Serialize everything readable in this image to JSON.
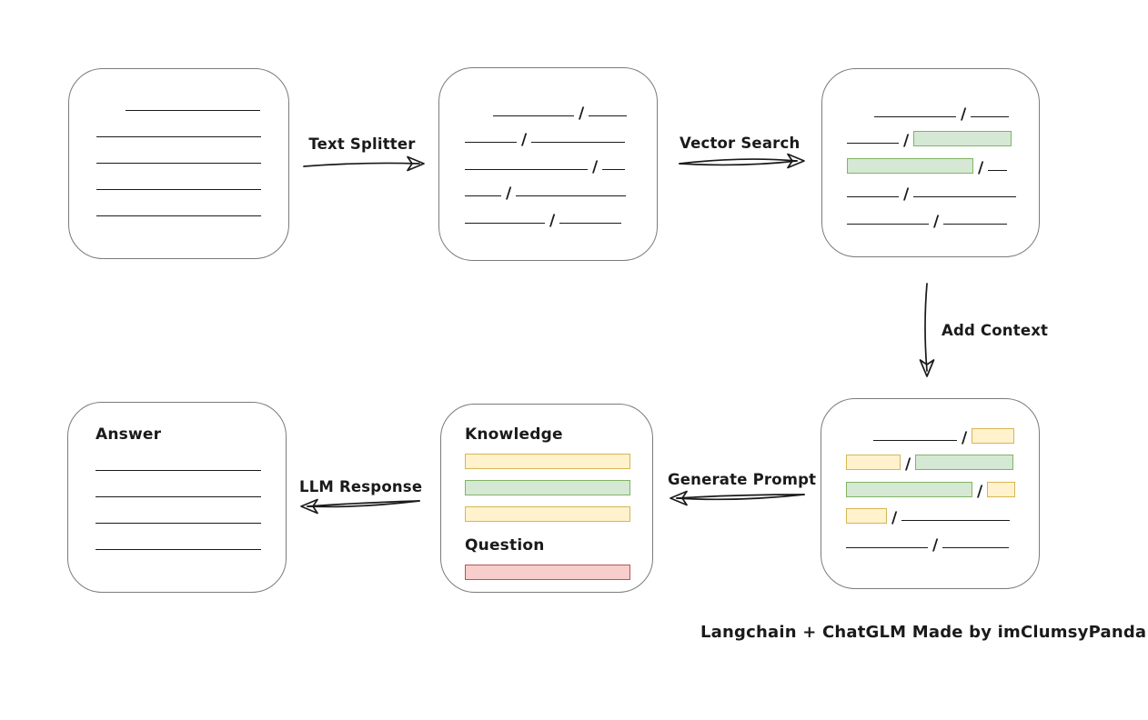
{
  "caption": "Langchain + ChatGLM Made by imClumsyPanda",
  "glyphs": {
    "slash": "/"
  },
  "colors": {
    "ink": "#1a1a1a",
    "box_stroke": "#7b7b7b",
    "green_fill": "#d5e8d4",
    "green_stroke": "#82b366",
    "yellow_fill": "#fff2cc",
    "yellow_stroke": "#d6b656",
    "red_fill": "#f8cecc",
    "red_stroke": "#b85450"
  },
  "arrows": {
    "text_splitter": {
      "label": "Text Splitter",
      "direction": "right"
    },
    "vector_search": {
      "label": "Vector Search",
      "direction": "right"
    },
    "add_context": {
      "label": "Add Context",
      "direction": "down"
    },
    "generate_prompt": {
      "label": "Generate Prompt",
      "direction": "left"
    },
    "llm_response": {
      "label": "LLM Response",
      "direction": "left"
    }
  },
  "boxes": {
    "document": {
      "description": "source document with plain text lines",
      "lines": [
        {
          "ind": 32,
          "w": 148
        },
        {
          "ind": 0,
          "w": 181
        },
        {
          "ind": 0,
          "w": 181
        },
        {
          "ind": 0,
          "w": 181
        },
        {
          "ind": 0,
          "w": 181
        }
      ]
    },
    "split_chunks": {
      "description": "text split into chunks separated by slashes",
      "rows": [
        [
          {
            "k": "line",
            "w": 89,
            "ind": 31
          },
          {
            "k": "line",
            "w": 42
          }
        ],
        [
          {
            "k": "line",
            "w": 57,
            "ind": 0
          },
          {
            "k": "line",
            "w": 103
          }
        ],
        [
          {
            "k": "line",
            "w": 135,
            "ind": 0
          },
          {
            "k": "line",
            "w": 25
          }
        ],
        [
          {
            "k": "line",
            "w": 40,
            "ind": 0
          },
          {
            "k": "line",
            "w": 121
          }
        ],
        [
          {
            "k": "line",
            "w": 88,
            "ind": 0
          },
          {
            "k": "line",
            "w": 68
          }
        ]
      ]
    },
    "vector_matches": {
      "description": "chunks with vector-search matches highlighted green",
      "rows": [
        [
          {
            "k": "line",
            "w": 90,
            "ind": 30
          },
          {
            "k": "line",
            "w": 42
          }
        ],
        [
          {
            "k": "line",
            "w": 57,
            "ind": 0
          },
          {
            "k": "green",
            "w": 108
          }
        ],
        [
          {
            "k": "green",
            "w": 139,
            "ind": 0
          },
          {
            "k": "line",
            "w": 21
          }
        ],
        [
          {
            "k": "line",
            "w": 57,
            "ind": 0
          },
          {
            "k": "line",
            "w": 113
          }
        ],
        [
          {
            "k": "line",
            "w": 90,
            "ind": 0
          },
          {
            "k": "line",
            "w": 70
          }
        ]
      ]
    },
    "context_chunks": {
      "description": "chunks with added context highlighted yellow around green matches",
      "rows": [
        [
          {
            "k": "line",
            "w": 92,
            "ind": 30
          },
          {
            "k": "yellow",
            "w": 47
          }
        ],
        [
          {
            "k": "yellow",
            "w": 60,
            "ind": 0
          },
          {
            "k": "green",
            "w": 108
          }
        ],
        [
          {
            "k": "green",
            "w": 139,
            "ind": 0
          },
          {
            "k": "yellow",
            "w": 31
          }
        ],
        [
          {
            "k": "yellow",
            "w": 45,
            "ind": 0
          },
          {
            "k": "line",
            "w": 119
          }
        ],
        [
          {
            "k": "line",
            "w": 90,
            "ind": 0
          },
          {
            "k": "line",
            "w": 73
          }
        ]
      ]
    },
    "prompt": {
      "knowledge_label": "Knowledge",
      "question_label": "Question",
      "knowledge_bars": [
        {
          "k": "yellow",
          "w": 182
        },
        {
          "k": "green",
          "w": 182
        },
        {
          "k": "yellow",
          "w": 182
        }
      ],
      "question_bars": [
        {
          "k": "red",
          "w": 182
        }
      ]
    },
    "answer": {
      "label": "Answer",
      "lines": [
        {
          "ind": 0,
          "w": 182
        },
        {
          "ind": 0,
          "w": 182
        },
        {
          "ind": 0,
          "w": 182
        },
        {
          "ind": 0,
          "w": 182
        }
      ]
    }
  }
}
